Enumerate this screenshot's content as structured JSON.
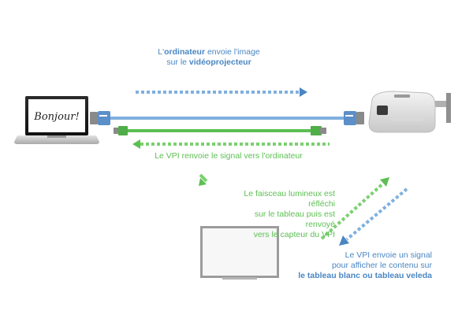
{
  "laptop": {
    "screen_text": "Bonjour!"
  },
  "top_caption": {
    "line1_prefix": "L'",
    "line1_bold": "ordinateur",
    "line1_suffix": " envoie l'image",
    "line2_prefix": "sur le ",
    "line2_bold": "vidéoprojecteur"
  },
  "middle_caption": "Le VPI renvoie le signal vers l'ordinateur",
  "green_caption": {
    "line1": "Le faisceau lumineux est réfléchi",
    "line2": "sur le tableau puis est renvoyé",
    "line3": "vers le capteur du VPI"
  },
  "bottom_caption": {
    "line1": "Le VPI envoie un signal",
    "line2": "pour afficher le contenu sur",
    "line3": "le tableau blanc ou tableau veleda"
  },
  "colors": {
    "blue": "#4a86c2",
    "green": "#5cbf52",
    "cable_blue": "#7fb0df"
  }
}
